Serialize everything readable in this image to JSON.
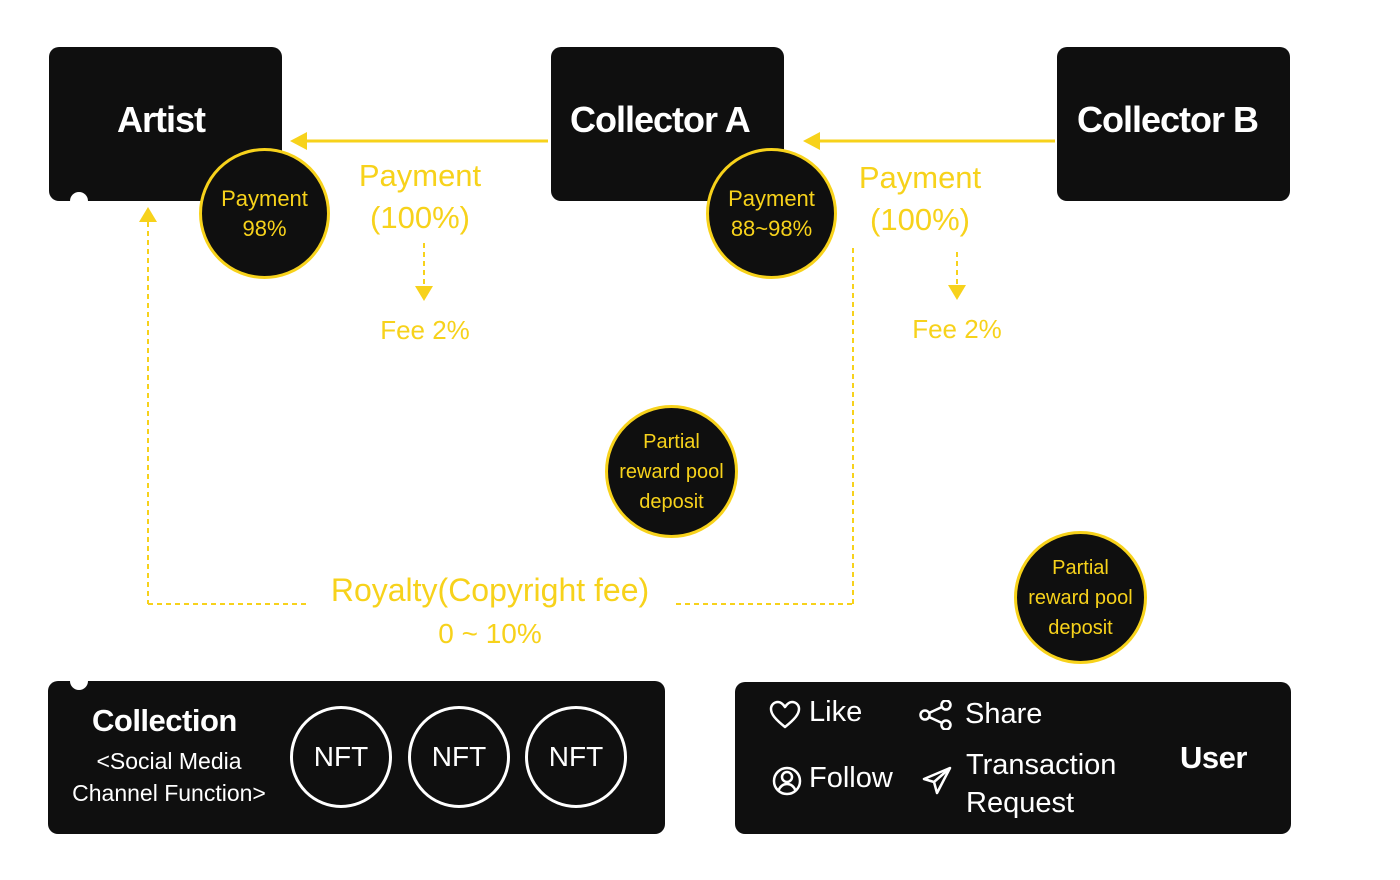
{
  "nodes": {
    "artist": "Artist",
    "collector_a": "Collector A",
    "collector_b": "Collector B"
  },
  "payment_circles": {
    "artist": {
      "line1": "Payment",
      "line2": "98%"
    },
    "collector_a": {
      "line1": "Payment",
      "line2": "88~98%"
    }
  },
  "flows": {
    "a_to_artist": {
      "line1": "Payment",
      "line2": "(100%)",
      "fee": "Fee 2%"
    },
    "b_to_a": {
      "line1": "Payment",
      "line2": "(100%)",
      "fee": "Fee 2%"
    }
  },
  "reward_pools": [
    {
      "line1": "Partial",
      "line2": "reward pool",
      "line3": "deposit"
    },
    {
      "line1": "Partial",
      "line2": "reward pool",
      "line3": "deposit"
    }
  ],
  "royalty": {
    "line1": "Royalty(Copyright fee)",
    "line2": "0 ~ 10%"
  },
  "collection": {
    "title": "Collection",
    "subtitle_line1": "<Social Media",
    "subtitle_line2": "Channel Function>",
    "nfts": [
      "NFT",
      "NFT",
      "NFT"
    ]
  },
  "user_panel": {
    "like": "Like",
    "share": "Share",
    "follow": "Follow",
    "transaction_line1": "Transaction",
    "transaction_line2": "Request",
    "user": "User"
  },
  "colors": {
    "accent": "#f7d21b",
    "box": "#0f0f0f"
  },
  "icons": [
    "heart-icon",
    "share-icon",
    "user-circle-icon",
    "send-icon"
  ]
}
